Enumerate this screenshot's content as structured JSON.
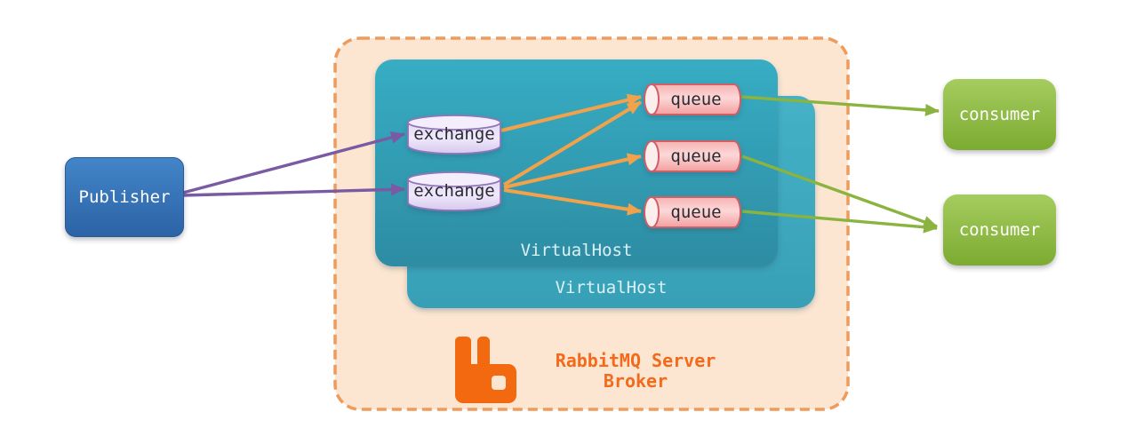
{
  "diagram": {
    "publisher": {
      "label": "Publisher"
    },
    "exchanges": [
      {
        "label": "exchange"
      },
      {
        "label": "exchange"
      }
    ],
    "queues": [
      {
        "label": "queue"
      },
      {
        "label": "queue"
      },
      {
        "label": "queue"
      }
    ],
    "consumers": [
      {
        "label": "consumer"
      },
      {
        "label": "consumer"
      }
    ],
    "virtual_hosts": [
      {
        "label": "VirtualHost"
      },
      {
        "label": "VirtualHost"
      }
    ],
    "broker": {
      "title_line1": "RabbitMQ Server",
      "title_line2": "Broker"
    },
    "edges": [
      {
        "from": "publisher",
        "to": "exchange-1",
        "color": "purple"
      },
      {
        "from": "publisher",
        "to": "exchange-2",
        "color": "purple"
      },
      {
        "from": "exchange-1",
        "to": "queue-1",
        "color": "orange"
      },
      {
        "from": "exchange-2",
        "to": "queue-1",
        "color": "orange"
      },
      {
        "from": "exchange-2",
        "to": "queue-2",
        "color": "orange"
      },
      {
        "from": "exchange-2",
        "to": "queue-3",
        "color": "orange"
      },
      {
        "from": "queue-1",
        "to": "consumer-1",
        "color": "green"
      },
      {
        "from": "queue-2",
        "to": "consumer-2",
        "color": "green"
      },
      {
        "from": "queue-3",
        "to": "consumer-2",
        "color": "green"
      }
    ],
    "colors": {
      "publisher_blue": "#3576b8",
      "consumer_green": "#8fbc44",
      "virtualhost_teal_front": "#31a5bc",
      "virtualhost_teal_back": "#3dabc1",
      "broker_fill": "#fce6d1",
      "broker_border": "#ee9b5b",
      "exchange_fill": "#e9e1f8",
      "exchange_border": "#9175bb",
      "queue_fill": "#f8b5b5",
      "queue_border": "#cf5f66",
      "arrow_purple": "#7a5ba3",
      "arrow_orange": "#f2a24b",
      "arrow_green": "#8ab33f",
      "logo_orange": "#f2690f"
    }
  }
}
